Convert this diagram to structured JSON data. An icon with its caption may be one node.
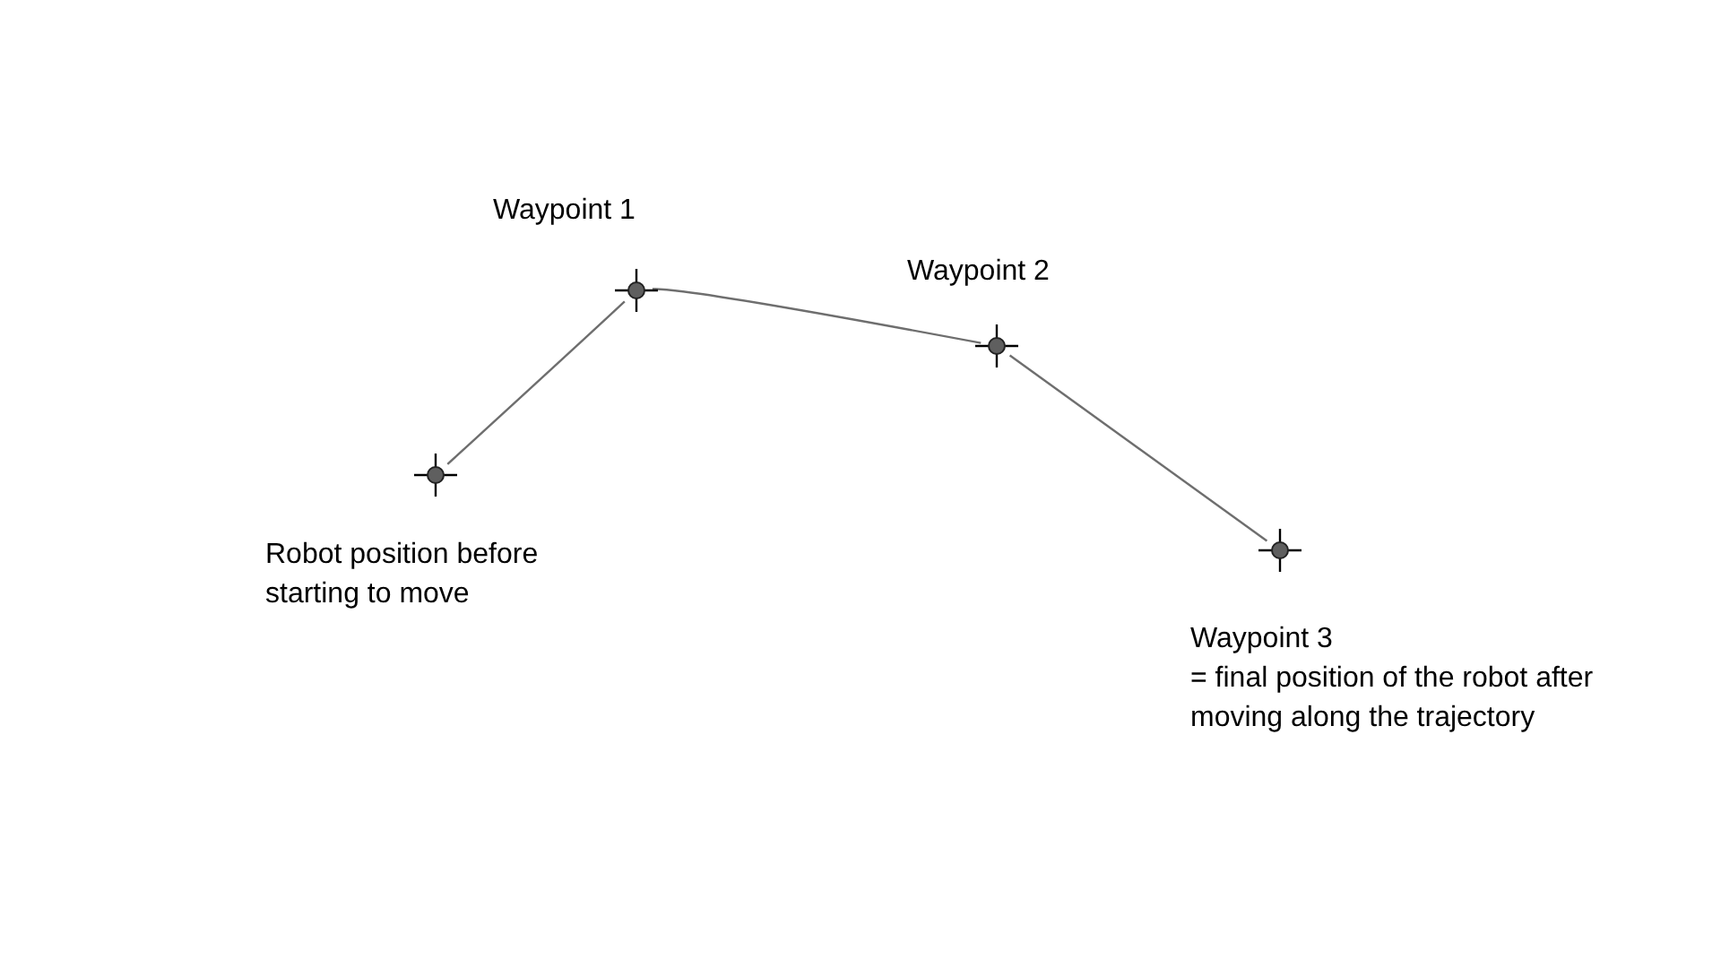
{
  "diagram": {
    "nodes": [
      {
        "text": [],
        "shape": "circle",
        "beside": [
          "Robot position before starting to move"
        ]
      },
      {
        "text": [],
        "shape": "circle",
        "beside": [
          "Waypoint 1"
        ]
      },
      {
        "text": [],
        "shape": "circle",
        "beside": [
          "Waypoint 2"
        ]
      },
      {
        "text": [],
        "shape": "circle",
        "beside": [
          "Waypoint 3",
          "= final position of the robot after moving along the trajectory"
        ]
      }
    ],
    "edges": [
      {
        "from": 0,
        "to": 1,
        "arrow": "none"
      },
      {
        "from": 1,
        "to": 2,
        "arrow": "none"
      },
      {
        "from": 2,
        "to": 3,
        "arrow": "none"
      }
    ]
  }
}
